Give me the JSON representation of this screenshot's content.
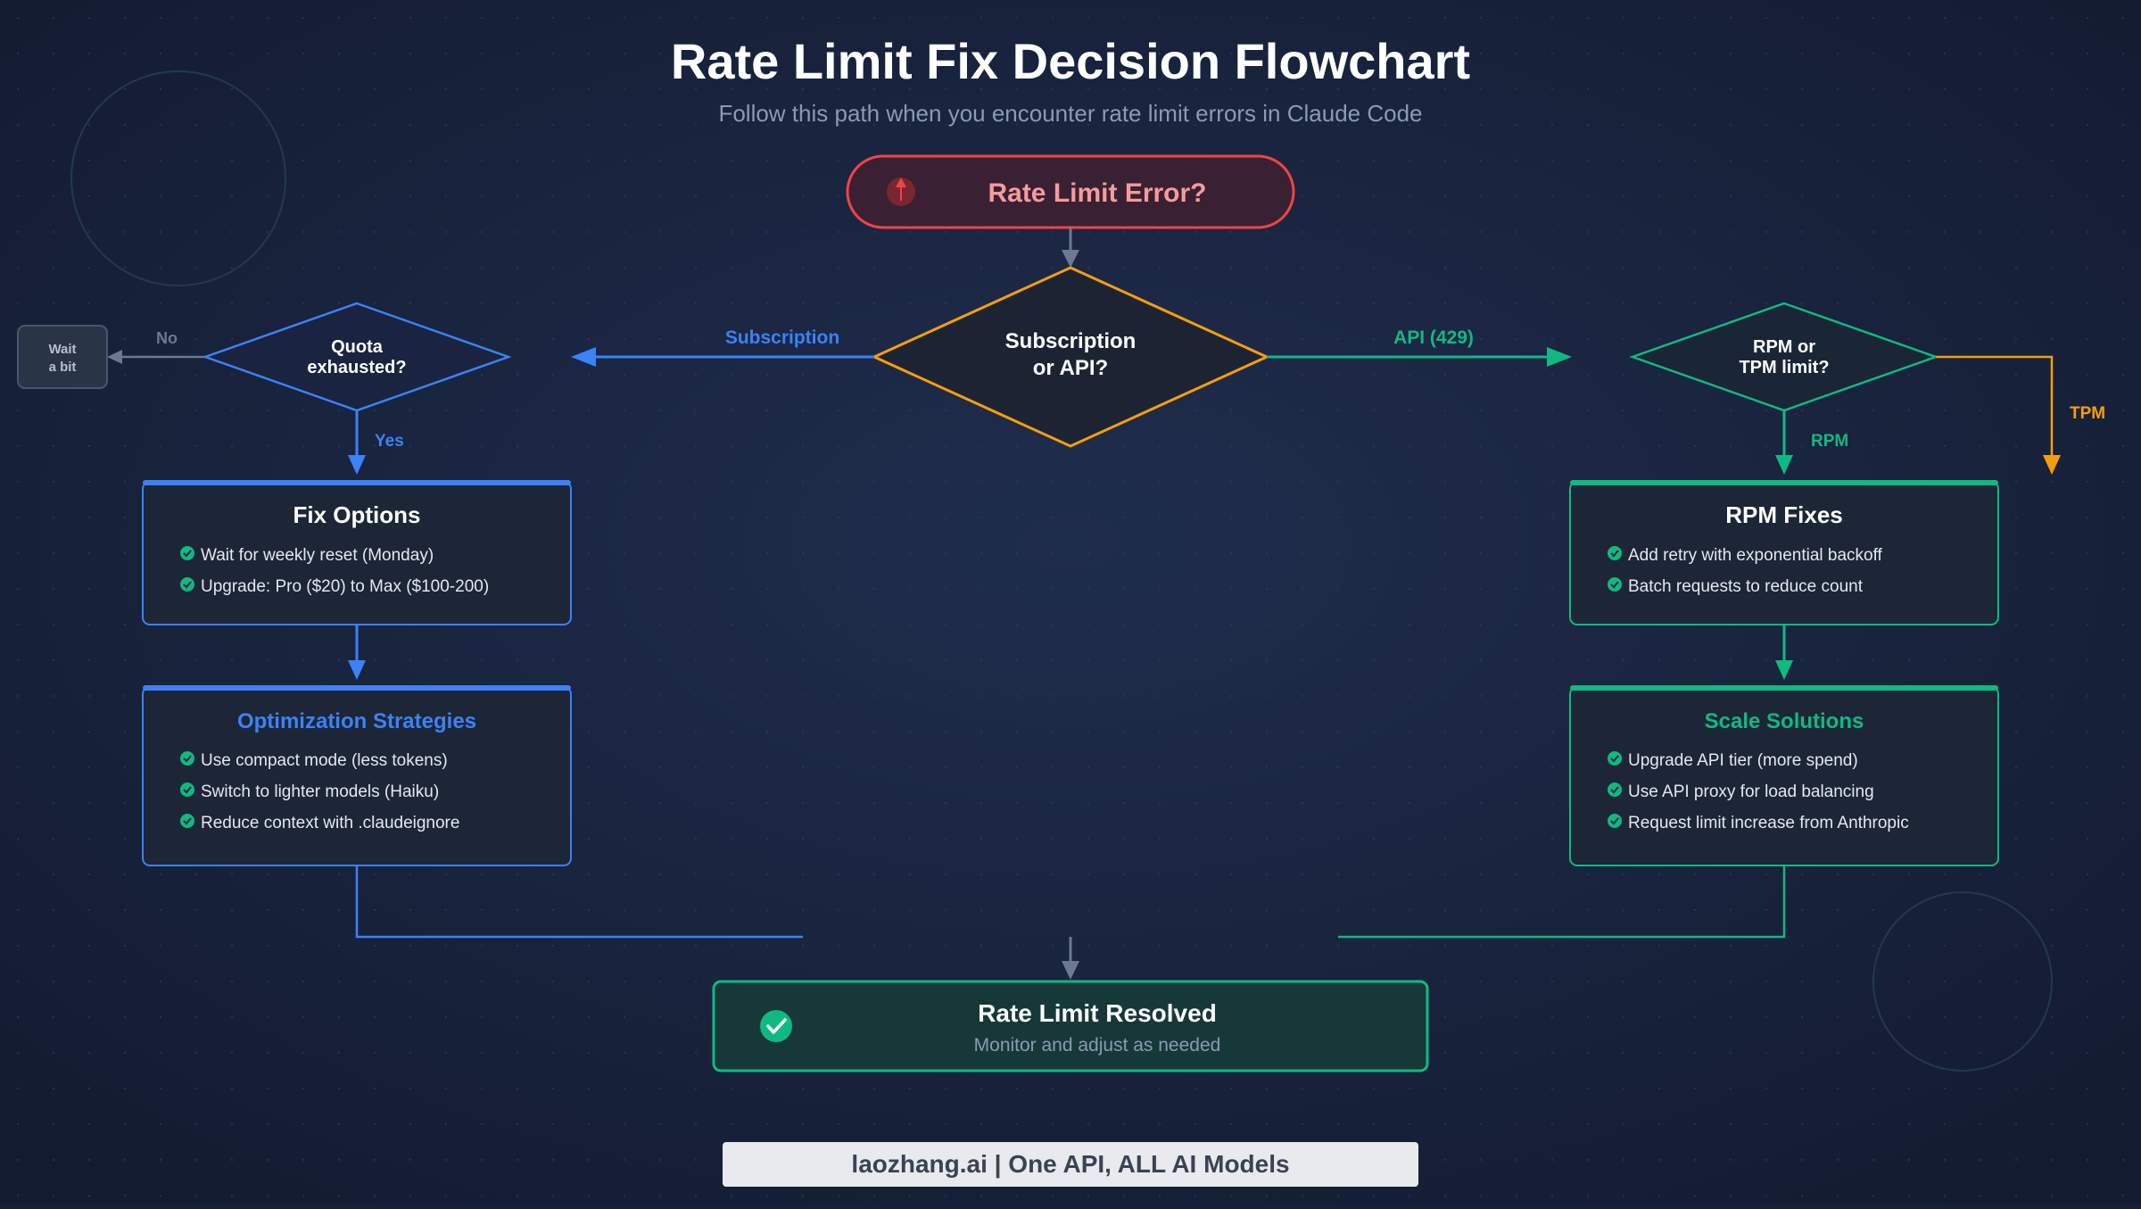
{
  "header": {
    "title": "Rate Limit Fix Decision Flowchart",
    "subtitle": "Follow this path when you encounter rate limit errors in Claude Code"
  },
  "start": {
    "label": "Rate Limit Error?",
    "icon": "alert-arrow-icon"
  },
  "decisions": {
    "main": {
      "line1": "Subscription",
      "line2": "or API?"
    },
    "quota": {
      "line1": "Quota",
      "line2": "exhausted?"
    },
    "rpm_tpm": {
      "line1": "RPM or",
      "line2": "TPM limit?"
    }
  },
  "edge_labels": {
    "subscription": "Subscription",
    "api": "API (429)",
    "no": "No",
    "yes": "Yes",
    "rpm": "RPM",
    "tpm": "TPM"
  },
  "wait": {
    "line1": "Wait",
    "line2": "a bit"
  },
  "boxes": {
    "fix_options": {
      "title": "Fix Options",
      "items": [
        "Wait for weekly reset (Monday)",
        "Upgrade: Pro ($20) to Max ($100-200)"
      ]
    },
    "optimization": {
      "title": "Optimization Strategies",
      "items": [
        "Use compact mode (less tokens)",
        "Switch to lighter models (Haiku)",
        "Reduce context with .claudeignore"
      ]
    },
    "rpm_fixes": {
      "title": "RPM Fixes",
      "items": [
        "Add retry with exponential backoff",
        "Batch requests to reduce count"
      ]
    },
    "scale": {
      "title": "Scale Solutions",
      "items": [
        "Upgrade API tier (more spend)",
        "Use API proxy for load balancing",
        "Request limit increase from Anthropic"
      ]
    }
  },
  "resolved": {
    "title": "Rate Limit Resolved",
    "subtitle": "Monitor and adjust as needed",
    "icon": "check-circle-icon"
  },
  "footer": {
    "text": "laozhang.ai | One API, ALL AI Models"
  },
  "colors": {
    "background": "#16203a",
    "blue": "#3b82f6",
    "green": "#10b981",
    "orange": "#f59e0b",
    "red": "#ef4444",
    "gray": "#6b7a90"
  }
}
